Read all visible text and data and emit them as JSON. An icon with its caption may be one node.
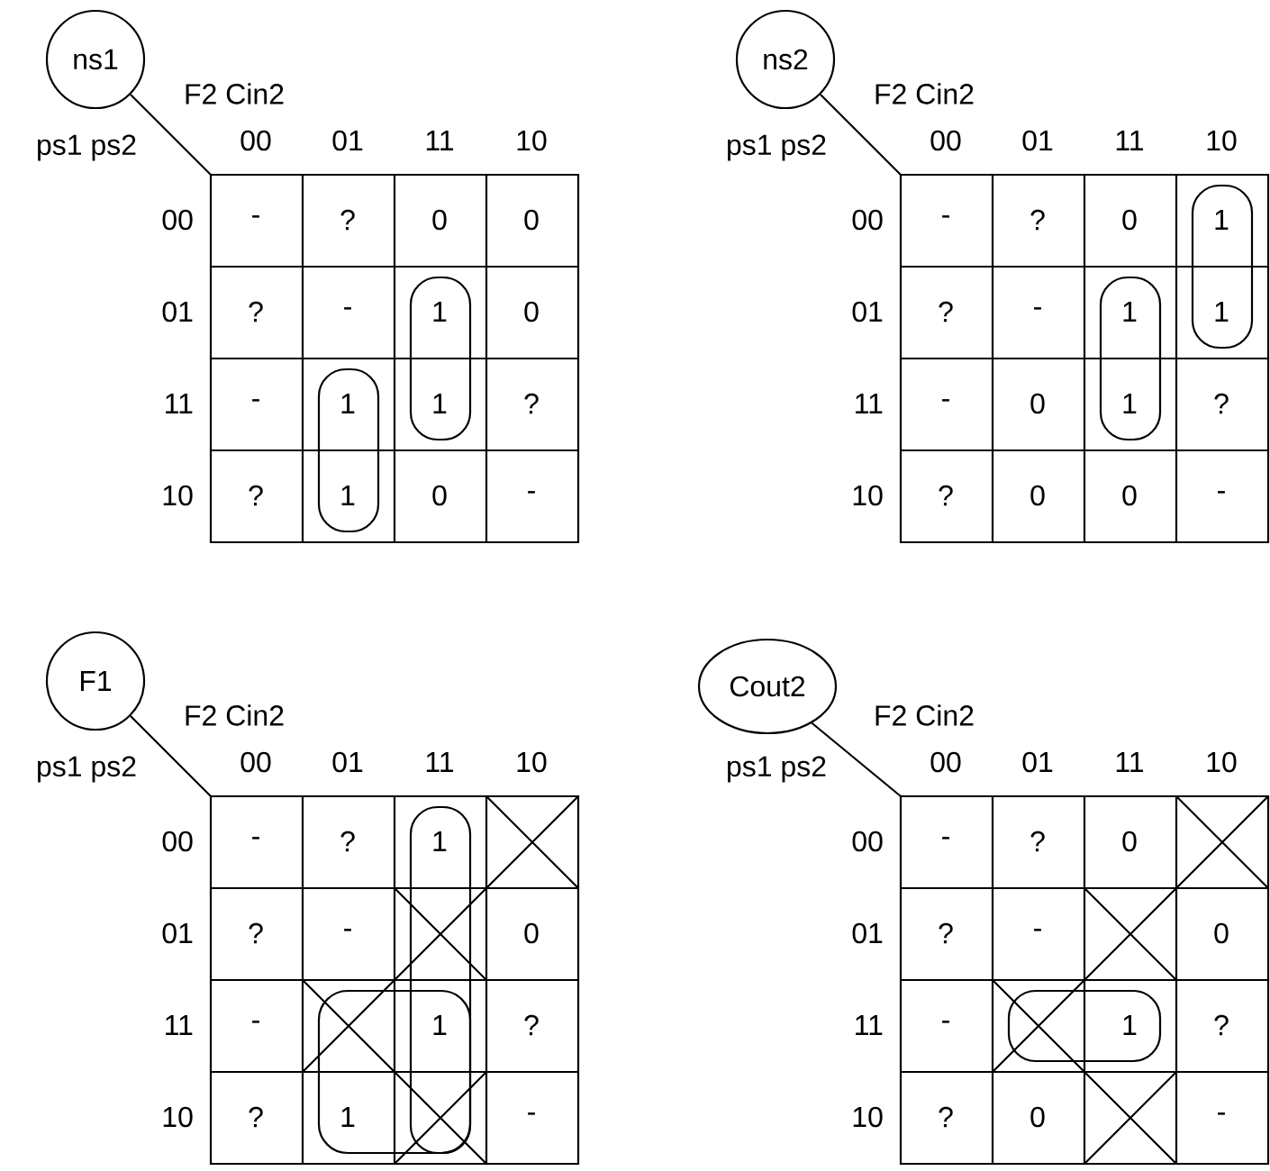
{
  "diagram": {
    "nodes": [
      {
        "text": [
          "ns1"
        ]
      },
      {
        "text": [
          "ns2"
        ]
      },
      {
        "text": [
          "F1"
        ]
      },
      {
        "text": [
          "Cout2"
        ]
      }
    ],
    "labels": [
      "F2 Cin2",
      "ps1 ps2",
      "00",
      "01",
      "11",
      "10",
      "00",
      "-",
      "?",
      "0",
      "0",
      "01",
      "?",
      "-",
      "1",
      "0",
      "11",
      "-",
      "1",
      "1",
      "?",
      "10",
      "?",
      "1",
      "0",
      "-",
      "F2 Cin2",
      "ps1 ps2",
      "00",
      "01",
      "11",
      "10",
      "00",
      "-",
      "?",
      "0",
      "1",
      "01",
      "?",
      "-",
      "1",
      "1",
      "11",
      "-",
      "0",
      "1",
      "?",
      "10",
      "?",
      "0",
      "0",
      "-",
      "F2 Cin2",
      "ps1 ps2",
      "00",
      "01",
      "11",
      "10",
      "00",
      "-",
      "?",
      "1",
      "01",
      "?",
      "-",
      "0",
      "11",
      "-",
      "1",
      "?",
      "10",
      "?",
      "1",
      "-",
      "F2 Cin2",
      "ps1 ps2",
      "00",
      "01",
      "11",
      "10",
      "00",
      "-",
      "?",
      "0",
      "01",
      "?",
      "-",
      "0",
      "11",
      "-",
      "1",
      "?",
      "10",
      "?",
      "0",
      "-"
    ]
  }
}
